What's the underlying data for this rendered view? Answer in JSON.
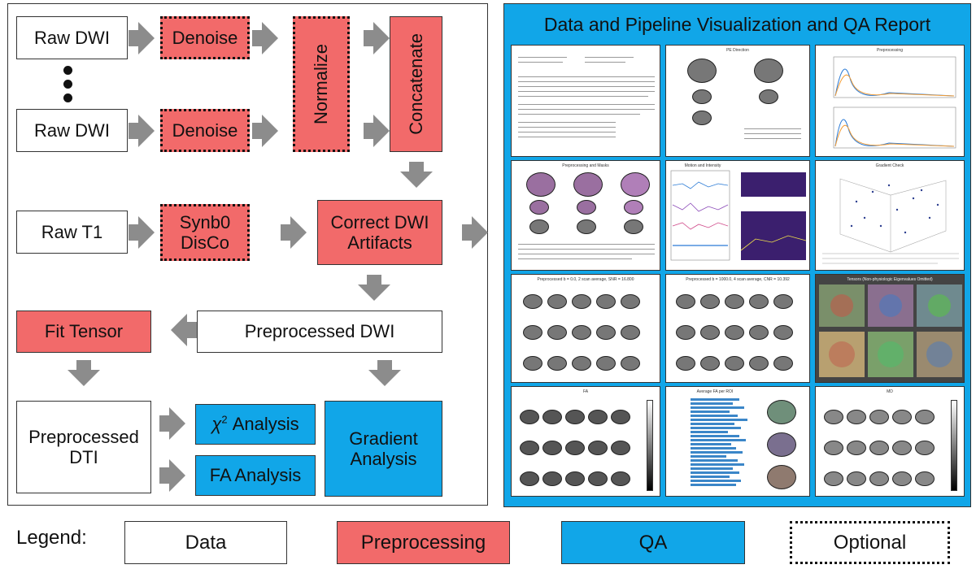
{
  "nodes": {
    "raw_dwi_1": "Raw DWI",
    "raw_dwi_2": "Raw DWI",
    "denoise_1": "Denoise",
    "denoise_2": "Denoise",
    "normalize": "Normalize",
    "concatenate": "Concatenate",
    "raw_t1": "Raw T1",
    "synb0": "Synb0",
    "disco": "DisCo",
    "correct_artifacts_line1": "Correct DWI",
    "correct_artifacts_line2": "Artifacts",
    "fit_tensor": "Fit Tensor",
    "preprocessed_dwi": "Preprocessed DWI",
    "preprocessed_dti_line1": "Preprocessed",
    "preprocessed_dti_line2": "DTI",
    "chi2_symbol": "χ",
    "chi2_sup": "2",
    "chi2_text": " Analysis",
    "fa_analysis": "FA Analysis",
    "gradient_line1": "Gradient",
    "gradient_line2": "Analysis"
  },
  "qa_report": {
    "title": "Data and Pipeline Visualization and QA Report",
    "thumbnails": [
      {
        "title": ""
      },
      {
        "title": "PE Direction"
      },
      {
        "title": "Preprocessing"
      },
      {
        "title": "Preprocessing and Masks"
      },
      {
        "title": "Motion and Intensity"
      },
      {
        "title": "Gradient Check"
      },
      {
        "title": "Preprocessed b = 0.0, 2 scan average, SNR = 16.800"
      },
      {
        "title": "Preprocessed b = 1000.0, 4 scan average, CNR = 10.392"
      },
      {
        "title": "Tensors (Non-physiologic Eigenvalues Omitted)"
      },
      {
        "title": "FA"
      },
      {
        "title": "Average FA per ROI"
      },
      {
        "title": "MD"
      }
    ]
  },
  "legend": {
    "label": "Legend:",
    "data": "Data",
    "preprocessing": "Preprocessing",
    "qa": "QA",
    "optional": "Optional"
  },
  "colors": {
    "preprocessing": "#f26a6a",
    "qa": "#11a6e8",
    "data": "#ffffff",
    "arrow": "#8c8c8c"
  }
}
